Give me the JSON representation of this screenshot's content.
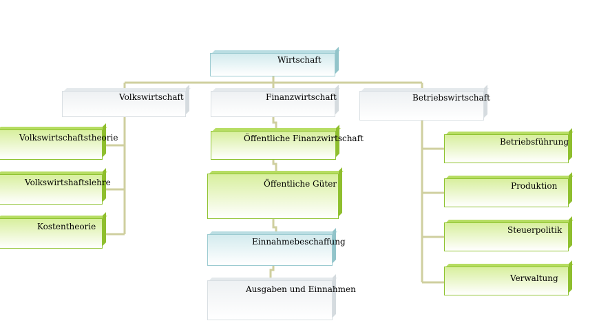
{
  "root": "Wirtschaft",
  "branches": {
    "volkswirtschaft": {
      "label": "Volkswirtschaft",
      "children": [
        "Volkswirtschaftstheorie",
        "Volkswirtshaftslehre",
        "Kostentheorie"
      ]
    },
    "finanzwirtschaft": {
      "label": "Finanzwirtschaft",
      "children": [
        "Öffentliche Finanzwirtschaft",
        "Öffentliche Güter",
        "Einnahmebeschaffung",
        "Ausgaben und Einnahmen"
      ]
    },
    "betriebswirtschaft": {
      "label": "Betriebswirtschaft",
      "children": [
        "Betriebsführung",
        "Produktion",
        "Steuerpolitik",
        "Verwaltung"
      ]
    }
  },
  "colors": {
    "connector": "#cfcf9f",
    "green_border": "#8fc331",
    "blue_border": "#9ccbd1",
    "gray_border": "#d9dfe3"
  }
}
